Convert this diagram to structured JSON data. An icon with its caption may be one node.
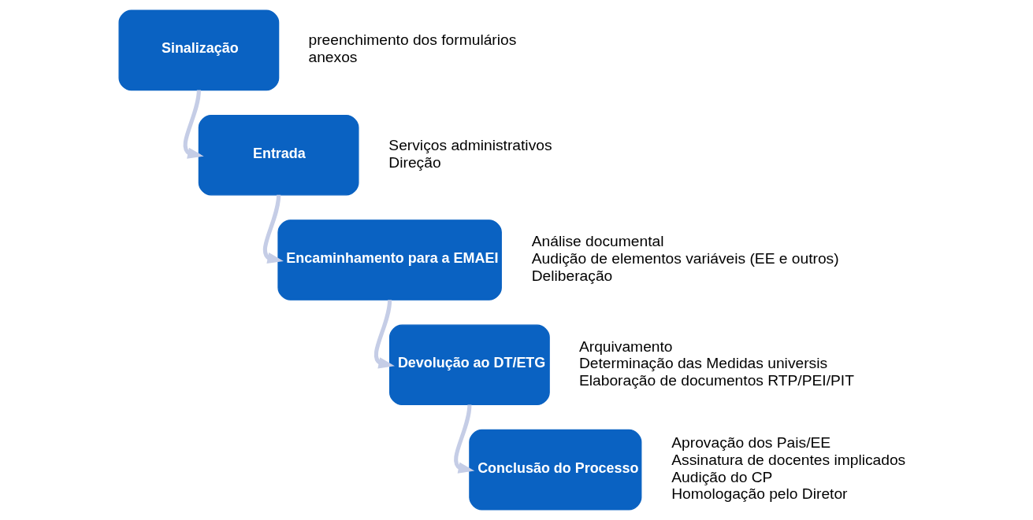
{
  "diagram": {
    "nodes": [
      {
        "text": [
          "Sinalização"
        ],
        "beside": [
          "preenchimento dos formulários",
          "anexos"
        ]
      },
      {
        "text": [
          "Entrada"
        ],
        "beside": [
          "Serviços administrativos",
          "Direção"
        ]
      },
      {
        "text": [
          "Encaminhamento para a EMAEI"
        ],
        "beside": [
          "Análise documental",
          "Audição de elementos variáveis (EE e outros)",
          "Deliberação"
        ]
      },
      {
        "text": [
          "Devolução ao DT/ETG"
        ],
        "beside": [
          "Arquivamento",
          "Determinação das Medidas universis",
          "Elaboração de documentos RTP/PEI/PIT"
        ]
      },
      {
        "text": [
          "Conclusão do Processo"
        ],
        "beside": [
          "Aprovação dos Pais/EE",
          "Assinatura de docentes implicados",
          "Audição do CP",
          "Homologação pelo Diretor"
        ]
      }
    ],
    "edges": [
      {
        "from": 0,
        "to": 1,
        "arrow": "to"
      },
      {
        "from": 1,
        "to": 2,
        "arrow": "to"
      },
      {
        "from": 2,
        "to": 3,
        "arrow": "to"
      },
      {
        "from": 3,
        "to": 4,
        "arrow": "to"
      }
    ]
  }
}
